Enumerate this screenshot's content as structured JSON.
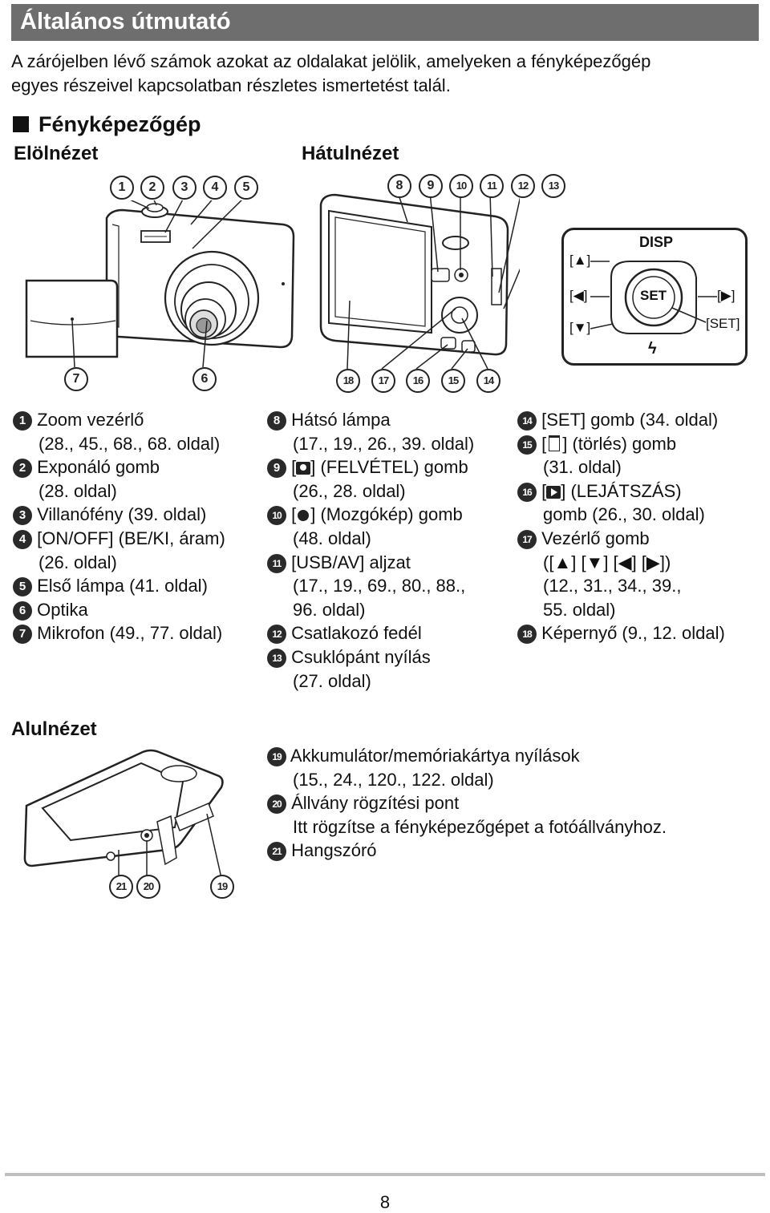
{
  "header": {
    "title": "Általános útmutató"
  },
  "intro": {
    "line1": "A zárójelben lévő számok azokat az oldalakat jelölik, amelyeken a fényképezőgép",
    "line2": "egyes részeivel kapcsolatban részletes ismertetést talál."
  },
  "section": {
    "title": "Fényképezőgép"
  },
  "views": {
    "front": "Elölnézet",
    "back": "Hátulnézet",
    "bottom": "Alulnézet"
  },
  "callouts": {
    "front_top": [
      "1",
      "2",
      "3",
      "4",
      "5"
    ],
    "back_top": [
      "8",
      "9",
      "10",
      "11",
      "12",
      "13"
    ],
    "front_bottom": [
      "7",
      "6"
    ],
    "back_bottom": [
      "18",
      "17",
      "16",
      "15",
      "14"
    ],
    "bottom_view": [
      "21",
      "20",
      "19"
    ]
  },
  "pad_labels": {
    "disp": "DISP",
    "set": "SET",
    "up": "[▲]",
    "left": "[◀]",
    "right": "[▶]",
    "down": "[▼]",
    "set_bracket": "[SET]",
    "flash": "ϟ"
  },
  "parts_col1": [
    {
      "num": "1",
      "lines": [
        "Zoom vezérlő",
        "(28., 45., 68., 68. oldal)"
      ]
    },
    {
      "num": "2",
      "lines": [
        "Exponáló gomb",
        "(28. oldal)"
      ]
    },
    {
      "num": "3",
      "lines": [
        "Villanófény (39. oldal)"
      ]
    },
    {
      "num": "4",
      "lines": [
        "[ON/OFF] (BE/KI, áram)",
        "(26. oldal)"
      ]
    },
    {
      "num": "5",
      "lines": [
        "Első lámpa (41. oldal)"
      ]
    },
    {
      "num": "6",
      "lines": [
        "Optika"
      ]
    },
    {
      "num": "7",
      "lines": [
        "Mikrofon (49., 77. oldal)"
      ]
    }
  ],
  "parts_col2": [
    {
      "num": "8",
      "lines": [
        "Hátsó lámpa",
        "(17., 19.,  26., 39. oldal)"
      ]
    },
    {
      "num": "9",
      "pre": "[",
      "post": "] (FELVÉTEL) gomb",
      "lines": [
        "(26., 28. oldal)"
      ]
    },
    {
      "num": "10",
      "pre": "[",
      "post": "] (Mozgókép) gomb",
      "lines": [
        "(48. oldal)"
      ]
    },
    {
      "num": "11",
      "lines": [
        "[USB/AV] aljzat",
        "(17., 19., 69., 80., 88.,",
        "96. oldal)"
      ]
    },
    {
      "num": "12",
      "lines": [
        "Csatlakozó fedél"
      ]
    },
    {
      "num": "13",
      "lines": [
        "Csuklópánt nyílás",
        "(27. oldal)"
      ]
    }
  ],
  "parts_col3": [
    {
      "num": "14",
      "lines": [
        "[SET] gomb (34. oldal)"
      ]
    },
    {
      "num": "15",
      "pre": "[",
      "post": "] (törlés) gomb",
      "lines": [
        "(31. oldal)"
      ]
    },
    {
      "num": "16",
      "pre": "[",
      "post": "] (LEJÁTSZÁS)",
      "lines": [
        "gomb (26., 30. oldal)"
      ]
    },
    {
      "num": "17",
      "lines": [
        "Vezérlő gomb",
        "([▲] [▼] [◀] [▶])",
        "(12., 31., 34., 39.,",
        "55. oldal)"
      ]
    },
    {
      "num": "18",
      "lines": [
        "Képernyő (9., 12. oldal)"
      ]
    }
  ],
  "parts_bottom": [
    {
      "num": "19",
      "lines": [
        "Akkumulátor/memóriakártya nyílások",
        "(15., 24., 120., 122. oldal)"
      ]
    },
    {
      "num": "20",
      "lines": [
        "Állvány rögzítési pont",
        "Itt rögzítse a fényképezőgépet a fotóállványhoz."
      ]
    },
    {
      "num": "21",
      "lines": [
        "Hangszóró"
      ]
    }
  ],
  "page": {
    "number": "8"
  }
}
